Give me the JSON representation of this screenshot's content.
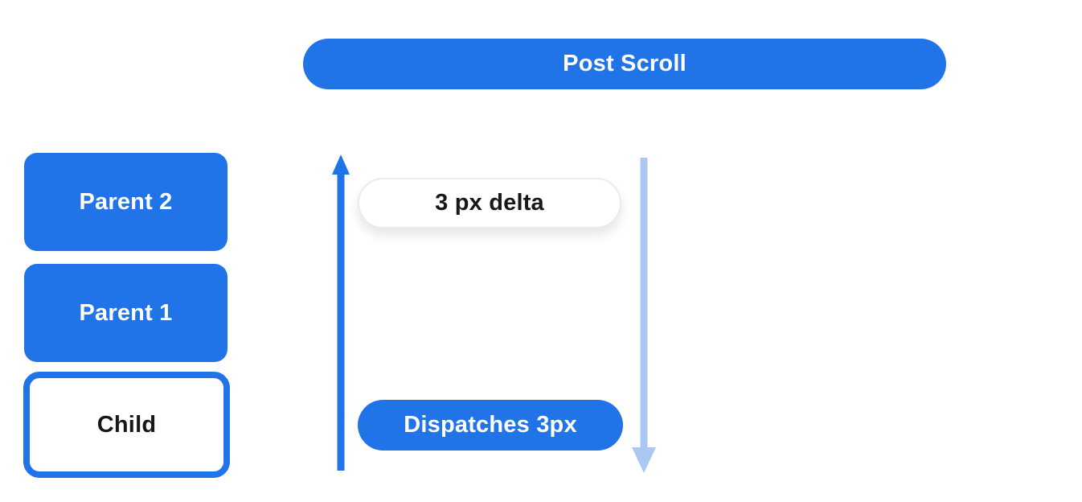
{
  "colors": {
    "primary": "#2174E8",
    "arrow-light": "#ABC8F3",
    "on-primary": "#FFFFFF",
    "text": "#17181A",
    "pill-border": "#EBEBEB",
    "background": "#FFFFFF"
  },
  "header": {
    "post_scroll_label": "Post Scroll"
  },
  "stack": {
    "items": [
      {
        "label": "Parent 2",
        "variant": "filled"
      },
      {
        "label": "Parent 1",
        "variant": "filled"
      },
      {
        "label": "Child",
        "variant": "outlined"
      }
    ]
  },
  "flow": {
    "delta_label": "3 px delta",
    "dispatch_label": "Dispatches 3px",
    "up_arrow_icon": "arrow-up",
    "down_arrow_icon": "arrow-down"
  }
}
